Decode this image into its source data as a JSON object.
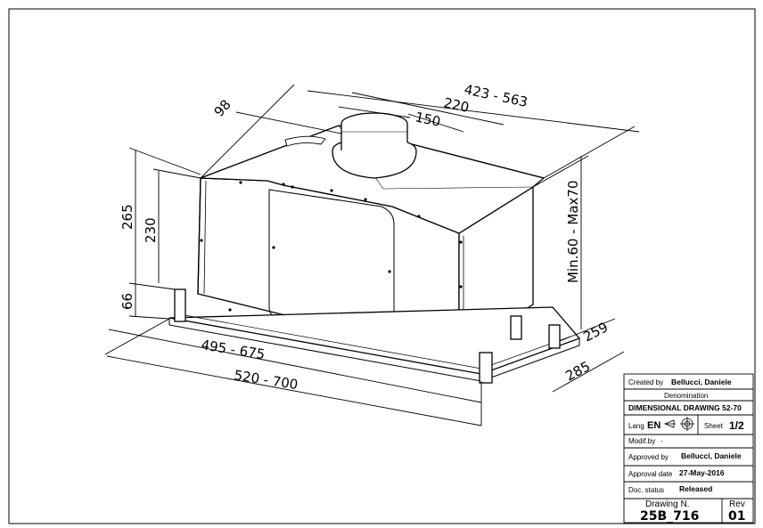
{
  "dimensions": {
    "overall_width_range": "423 - 563",
    "inner_width": "220",
    "duct_diameter": "150",
    "duct_offset": "98",
    "total_height": "265",
    "body_height": "230",
    "lower_height": "66",
    "adjust_height": "Min.60 - Max70",
    "base_depth": "259",
    "total_depth": "285",
    "front_width_range": "495 - 675",
    "outer_width_range": "520 - 700"
  },
  "title_block": {
    "created_by_label": "Created by",
    "created_by_value": "Bellucci, Daniele",
    "denomination_label": "Denomination",
    "denomination_value": "DIMENSIONAL DRAWING 52-70",
    "lang_label": "Lang",
    "lang_value": "EN",
    "sheet_label": "Sheet",
    "sheet_value": "1/2",
    "modif_label": "Modif.by",
    "modif_value": "-",
    "approved_by_label": "Approved by",
    "approved_by_value": "Bellucci, Daniele",
    "approval_date_label": "Approval date",
    "approval_date_value": "27-May-2016",
    "doc_status_label": "Doc. status",
    "doc_status_value": "Released",
    "drawing_n_label": "Drawing N.",
    "drawing_n_value": "25B_716",
    "rev_label": "Rev",
    "rev_value": "01"
  },
  "colors": {
    "line": "#000000",
    "background": "#ffffff"
  }
}
